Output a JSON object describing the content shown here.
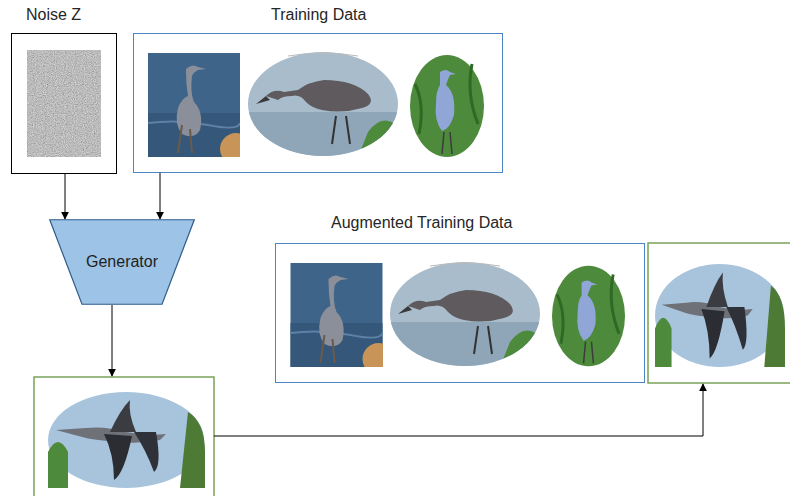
{
  "diagram": {
    "nodes": [
      {
        "text": [
          "Noise Z"
        ]
      },
      {
        "text": [
          "Training Data"
        ]
      },
      {
        "text": [
          "Generator"
        ]
      },
      {
        "text": [
          "Augmented Training Data"
        ]
      }
    ],
    "edges": [
      {
        "from": 0,
        "to": 2,
        "arrow": "to"
      },
      {
        "from": 1,
        "to": 2,
        "arrow": "to"
      }
    ]
  }
}
